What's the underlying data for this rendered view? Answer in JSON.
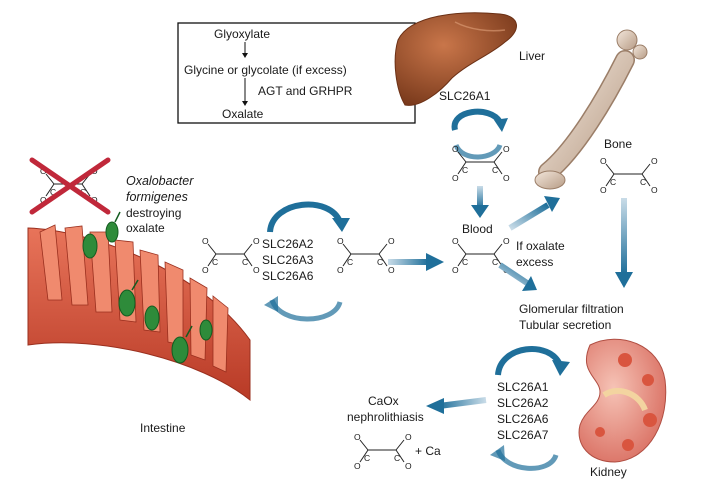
{
  "pathway_box": {
    "glyoxylate": "Glyoxylate",
    "glycine_or_glycolate": "Glycine or glycolate (if excess)",
    "enzymes": "AGT and GRHPR",
    "oxalate": "Oxalate"
  },
  "organs": {
    "liver": "Liver",
    "bone": "Bone",
    "intestine": "Intestine",
    "kidney": "Kidney"
  },
  "transporters": {
    "liver": "SLC26A1",
    "intestine": [
      "SLC26A2",
      "SLC26A3",
      "SLC26A6"
    ],
    "kidney": [
      "SLC26A1",
      "SLC26A2",
      "SLC26A6",
      "SLC26A7"
    ]
  },
  "bacteria": {
    "name_line1": "Oxalobacter",
    "name_line2": "formigenes",
    "action_line1": "destroying",
    "action_line2": "oxalate"
  },
  "flow_labels": {
    "blood": "Blood",
    "if_oxalate_line1": "If oxalate",
    "if_oxalate_line2": "excess",
    "glomerular": "Glomerular filtration",
    "tubular": "Tubular secretion",
    "caox_line1": "CaOx",
    "caox_line2": "nephrolithiasis",
    "plus_ca": "+ Ca"
  },
  "molecule": {
    "oxygen": "O",
    "carbon": "C"
  },
  "colors": {
    "arrow_blue": "#1f6f9a",
    "liver_brown": "#a0522d",
    "intestine_red": "#d2553a",
    "bacteria_green": "#2e8b3a",
    "cross_red": "#c0283a",
    "kidney_pink": "#e88b86"
  }
}
